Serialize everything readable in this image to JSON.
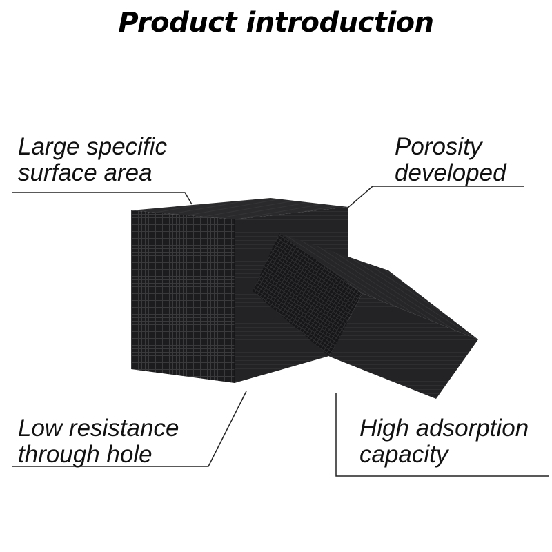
{
  "title": "Product introduction",
  "callouts": {
    "top_left": {
      "line1": "Large specific",
      "line2": "surface area"
    },
    "top_right": {
      "line1": "Porosity",
      "line2": "developed"
    },
    "bottom_left": {
      "line1": "Low resistance",
      "line2": "through hole"
    },
    "bottom_right": {
      "line1": "High adsorption",
      "line2": "capacity"
    }
  },
  "colors": {
    "background": "#ffffff",
    "text": "#000000",
    "cube_front": "#1c1c1e",
    "cube_top": "#2c2c2e",
    "cube_side": "#252527",
    "cell_line": "#3b3b3d"
  }
}
